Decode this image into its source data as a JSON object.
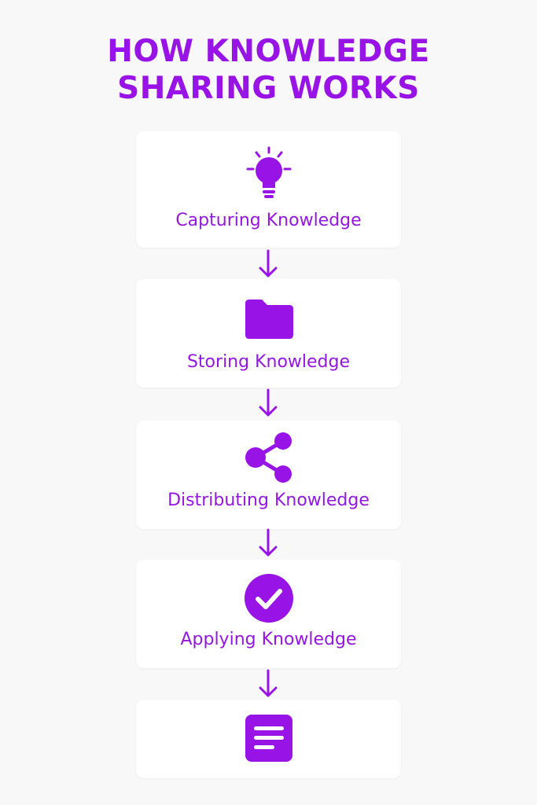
{
  "title": {
    "line1": "HOW KNOWLEDGE",
    "line2": "SHARING WORKS"
  },
  "accent_color": "#9813e6",
  "steps": [
    {
      "label": "Capturing Knowledge",
      "icon": "lightbulb-icon"
    },
    {
      "label": "Storing Knowledge",
      "icon": "folder-icon"
    },
    {
      "label": "Distributing Knowledge",
      "icon": "share-icon"
    },
    {
      "label": "Applying Knowledge",
      "icon": "check-circle-icon"
    },
    {
      "label": "",
      "icon": "document-icon"
    }
  ]
}
